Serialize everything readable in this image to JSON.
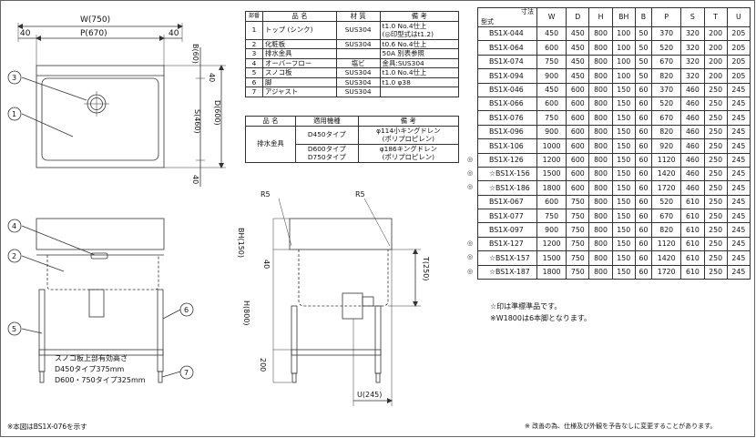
{
  "parts_table": {
    "headers": [
      "部番",
      "品 名",
      "材 質",
      "備 考"
    ],
    "rows": [
      {
        "no": "1",
        "name": "トップ (シンク)",
        "material": "SUS304",
        "note": "t1.0 No.4仕上",
        "note2": "(◎印型式はt1.2)"
      },
      {
        "no": "2",
        "name": "化粧板",
        "material": "SUS304",
        "note": "t0.6 No.4仕上",
        "note2": ""
      },
      {
        "no": "3",
        "name": "排水金具",
        "material": "",
        "note": "50A 別表参照",
        "note2": ""
      },
      {
        "no": "4",
        "name": "オーバーフロー",
        "material": "塩ビ",
        "note": "金具:SUS304",
        "note2": ""
      },
      {
        "no": "5",
        "name": "スノコ板",
        "material": "SUS304",
        "note": "t1.0 No.4仕上",
        "note2": ""
      },
      {
        "no": "6",
        "name": "脚",
        "material": "SUS304",
        "note": "t1.0 φ38",
        "note2": ""
      },
      {
        "no": "7",
        "name": "アジャスト",
        "material": "SUS304",
        "note": "",
        "note2": ""
      }
    ]
  },
  "drain_table": {
    "headers": [
      "品 名",
      "適用機種",
      "備 考"
    ],
    "name": "排水金具",
    "rows": [
      {
        "model": "D450タイプ",
        "note": "φ114小キングドレン",
        "note2": "(ポリプロピレン)"
      },
      {
        "model": "D600タイプ",
        "model2": "D750タイプ",
        "note": "φ186キングドレン",
        "note2": "(ポリプロピレン)"
      }
    ]
  },
  "spec_table": {
    "corner_top": "寸法",
    "corner_bottom": "型式",
    "columns": [
      "W",
      "D",
      "H",
      "BH",
      "B",
      "P",
      "S",
      "T",
      "U"
    ],
    "rows": [
      {
        "mark": "",
        "model": "BS1X-044",
        "values": [
          "450",
          "450",
          "800",
          "100",
          "50",
          "370",
          "320",
          "200",
          "205"
        ]
      },
      {
        "mark": "",
        "model": "BS1X-064",
        "values": [
          "600",
          "450",
          "800",
          "100",
          "50",
          "520",
          "320",
          "200",
          "205"
        ]
      },
      {
        "mark": "",
        "model": "BS1X-074",
        "values": [
          "750",
          "450",
          "800",
          "100",
          "50",
          "670",
          "320",
          "200",
          "205"
        ]
      },
      {
        "mark": "",
        "model": "BS1X-094",
        "values": [
          "900",
          "450",
          "800",
          "100",
          "50",
          "820",
          "320",
          "200",
          "205"
        ]
      },
      {
        "mark": "",
        "model": "BS1X-046",
        "values": [
          "450",
          "600",
          "800",
          "150",
          "60",
          "370",
          "460",
          "250",
          "245"
        ]
      },
      {
        "mark": "",
        "model": "BS1X-066",
        "values": [
          "600",
          "600",
          "800",
          "150",
          "60",
          "520",
          "460",
          "250",
          "245"
        ]
      },
      {
        "mark": "",
        "model": "BS1X-076",
        "values": [
          "750",
          "600",
          "800",
          "150",
          "60",
          "670",
          "460",
          "250",
          "245"
        ]
      },
      {
        "mark": "",
        "model": "BS1X-096",
        "values": [
          "900",
          "600",
          "800",
          "150",
          "60",
          "820",
          "460",
          "250",
          "245"
        ]
      },
      {
        "mark": "",
        "model": "BS1X-106",
        "values": [
          "1000",
          "600",
          "800",
          "150",
          "60",
          "920",
          "460",
          "250",
          "245"
        ]
      },
      {
        "mark": "◎",
        "model": "BS1X-126",
        "values": [
          "1200",
          "600",
          "800",
          "150",
          "60",
          "1120",
          "460",
          "250",
          "245"
        ]
      },
      {
        "mark": "◎",
        "model": "☆BS1X-156",
        "values": [
          "1500",
          "600",
          "800",
          "150",
          "60",
          "1420",
          "460",
          "250",
          "245"
        ]
      },
      {
        "mark": "◎",
        "model": "☆BS1X-186",
        "values": [
          "1800",
          "600",
          "800",
          "150",
          "60",
          "1720",
          "460",
          "250",
          "245"
        ]
      },
      {
        "mark": "",
        "model": "BS1X-067",
        "values": [
          "600",
          "750",
          "800",
          "150",
          "60",
          "520",
          "610",
          "250",
          "245"
        ]
      },
      {
        "mark": "",
        "model": "BS1X-077",
        "values": [
          "750",
          "750",
          "800",
          "150",
          "60",
          "670",
          "610",
          "250",
          "245"
        ]
      },
      {
        "mark": "",
        "model": "BS1X-097",
        "values": [
          "900",
          "750",
          "800",
          "150",
          "60",
          "820",
          "610",
          "250",
          "245"
        ]
      },
      {
        "mark": "◎",
        "model": "BS1X-127",
        "values": [
          "1200",
          "750",
          "800",
          "150",
          "60",
          "1120",
          "610",
          "250",
          "245"
        ]
      },
      {
        "mark": "◎",
        "model": "☆BS1X-157",
        "values": [
          "1500",
          "750",
          "800",
          "150",
          "60",
          "1420",
          "610",
          "250",
          "245"
        ]
      },
      {
        "mark": "◎",
        "model": "☆BS1X-187",
        "values": [
          "1800",
          "750",
          "800",
          "150",
          "60",
          "1720",
          "610",
          "250",
          "245"
        ]
      }
    ]
  },
  "table_notes": {
    "standard": "☆印は準標準品です。",
    "legs": "※W1800は6本脚となります。"
  },
  "top_view": {
    "width": "W(750)",
    "left_margin": "40",
    "p_width": "P(670)",
    "right_margin": "40",
    "b_dim": "B(60)",
    "d_dim": "D(600)",
    "s_dim": "S(460)",
    "top_40": "40",
    "bottom_40": "40",
    "callouts": [
      "3",
      "1"
    ]
  },
  "front_view": {
    "callouts": [
      "4",
      "2",
      "5",
      "6",
      "7"
    ],
    "snoko_height_label": "スノコ板上部有効高さ",
    "snoko_d450": "D450タイプ375mm",
    "snoko_d600": "D600・750タイプ325mm"
  },
  "side_view": {
    "r5_left": "R5",
    "r5_right": "R5",
    "bh_dim": "BH(150)",
    "h_dim": "H(800)",
    "depth_40": "40",
    "t_dim": "T(250)",
    "bottom_200": "200",
    "u_dim": "U(245)"
  },
  "footer": {
    "left_note": "※本図はBS1X-076を示す",
    "right_note": "※ 改善の為、仕様及び外観を予告なしに変更することがあります。"
  }
}
